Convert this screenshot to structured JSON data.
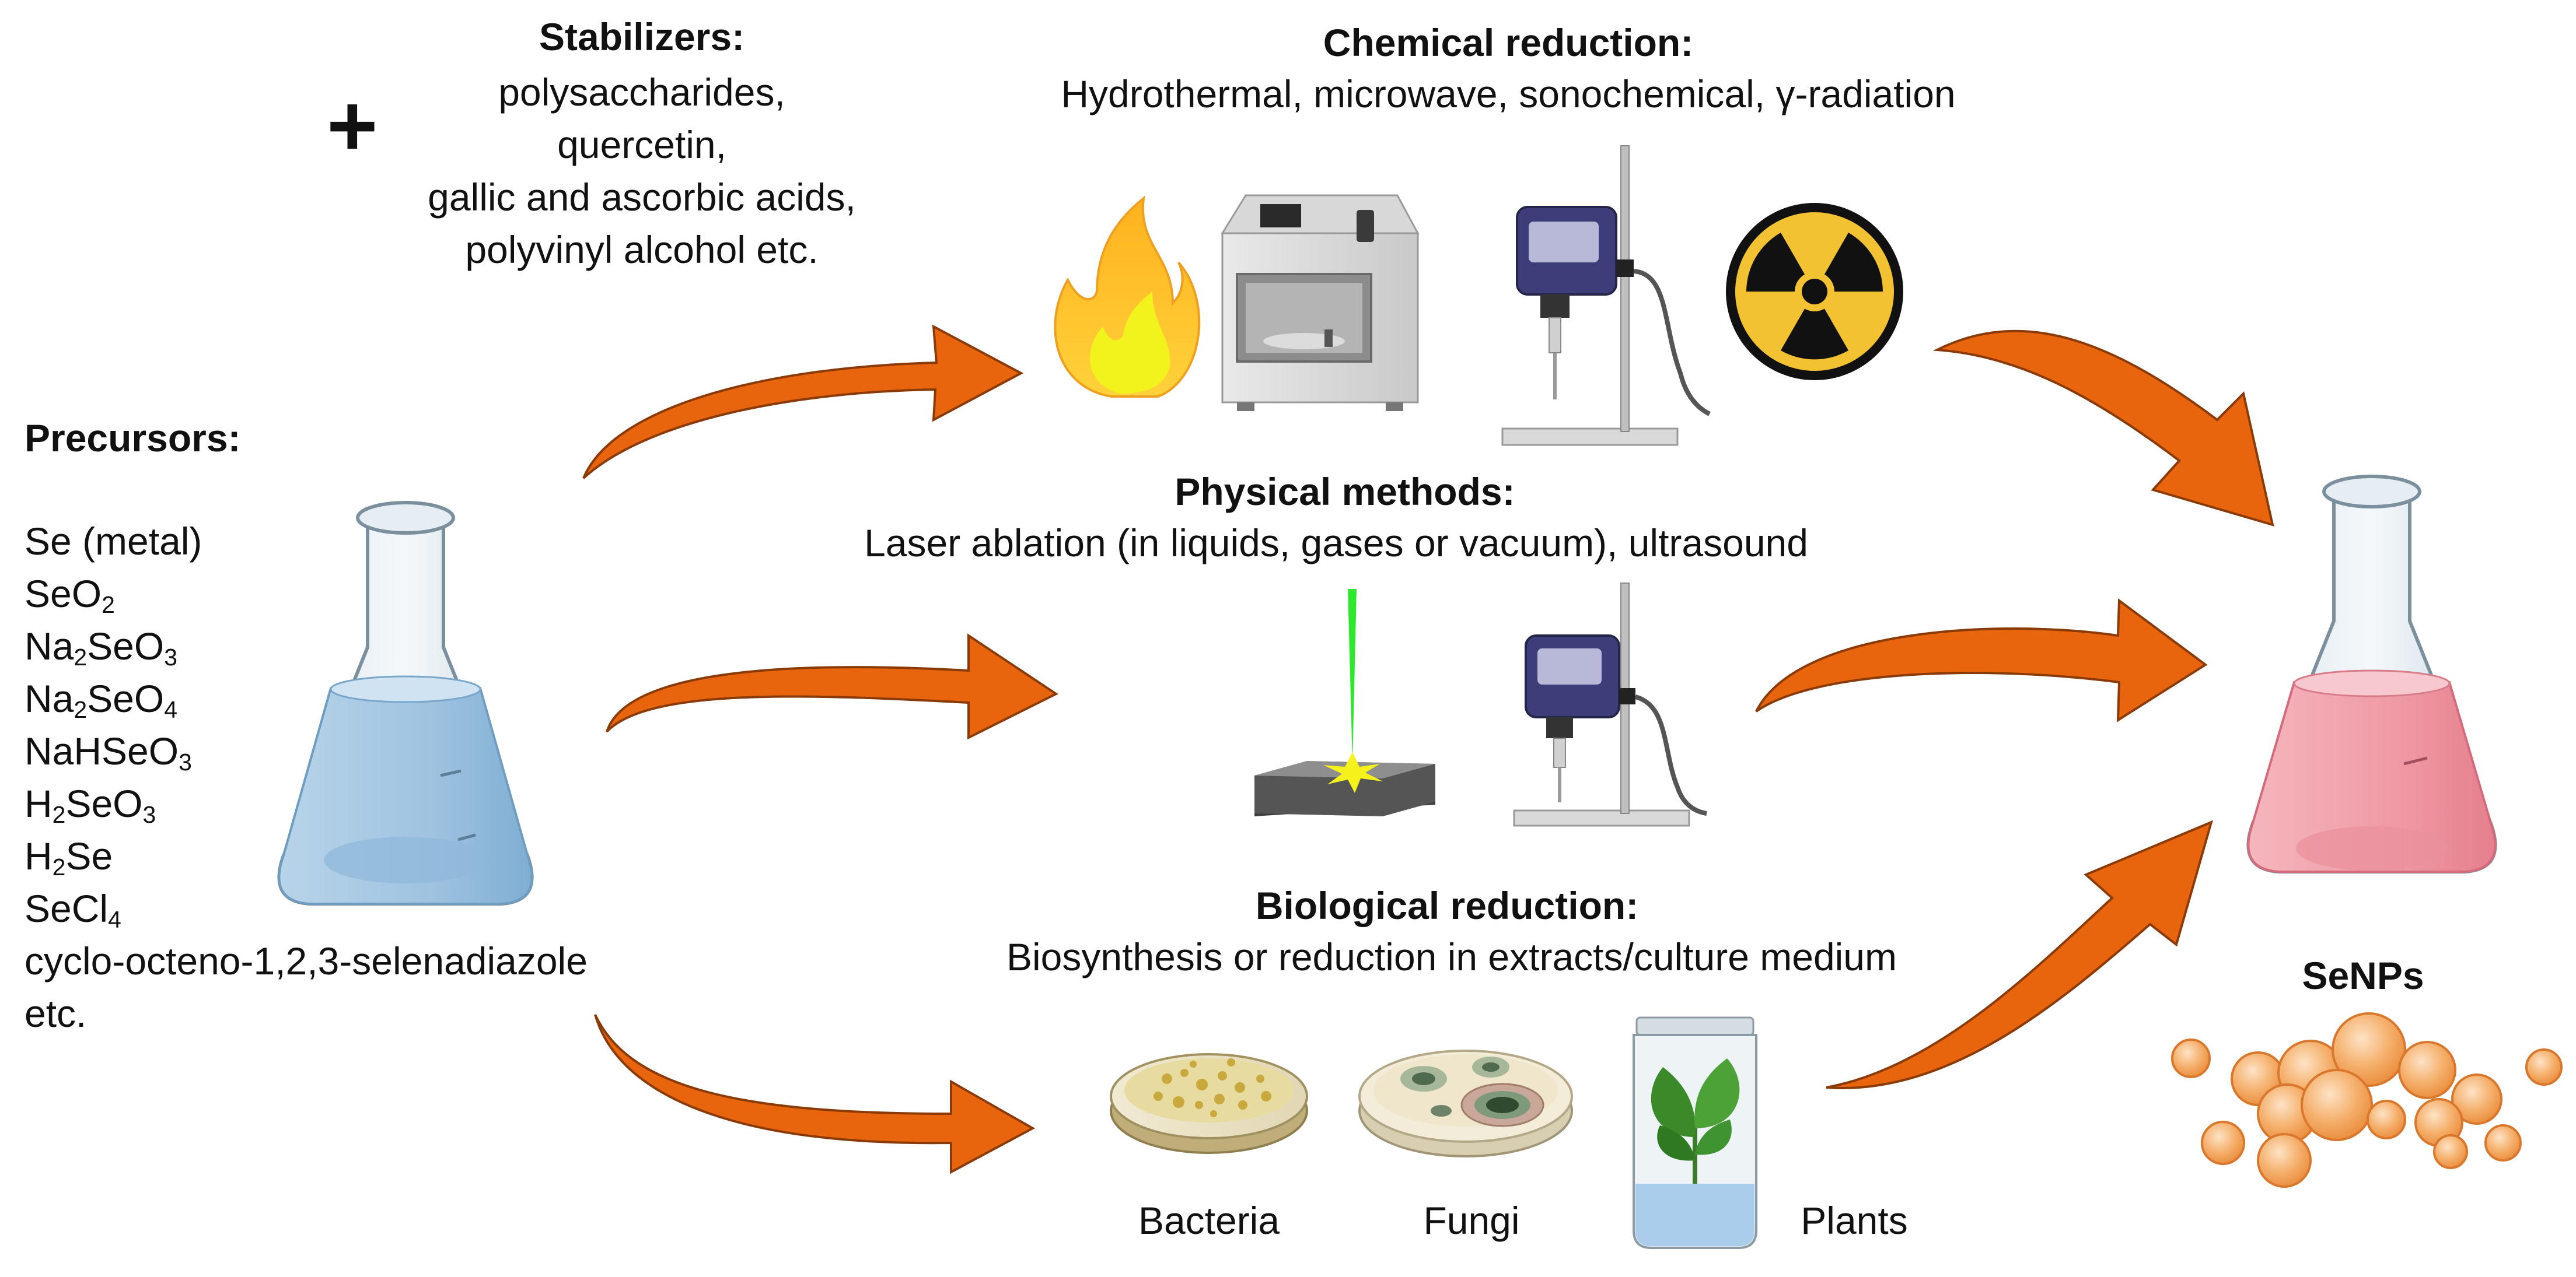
{
  "stabilizers": {
    "plus": "+",
    "title": "Stabilizers:",
    "lines": [
      "polysaccharides,",
      "quercetin,",
      "gallic and ascorbic acids,",
      "polyvinyl alcohol etc."
    ]
  },
  "precursors": {
    "title": "Precursors:",
    "items": [
      {
        "parts": [
          "Se (metal)"
        ]
      },
      {
        "parts": [
          "SeO",
          "2"
        ]
      },
      {
        "parts": [
          "Na",
          "2",
          "SeO",
          "3"
        ]
      },
      {
        "parts": [
          "Na",
          "2",
          "SeO",
          "4"
        ]
      },
      {
        "parts": [
          "NaHSeO",
          "3"
        ]
      },
      {
        "parts": [
          "H",
          "2",
          "SeO",
          "3"
        ]
      },
      {
        "parts": [
          "H",
          "2",
          "Se"
        ]
      },
      {
        "parts": [
          "SeCl",
          "4"
        ]
      },
      {
        "parts": [
          "cyclo-octeno-1,2,3-selenadiazole"
        ]
      },
      {
        "parts": [
          "etc."
        ]
      }
    ]
  },
  "chemical": {
    "title": "Chemical reduction:",
    "subtitle": "Hydrothermal, microwave, sonochemical, γ-radiation"
  },
  "physical": {
    "title": "Physical methods:",
    "subtitle": "Laser ablation (in liquids, gases or vacuum), ultrasound"
  },
  "biological": {
    "title": "Biological reduction:",
    "subtitle": "Biosynthesis or reduction in extracts/culture medium",
    "organisms": [
      "Bacteria",
      "Fungi",
      "Plants"
    ]
  },
  "product": {
    "label": "SeNPs"
  },
  "colors": {
    "arrow": "#e8650e",
    "precursor_liquid": "#a9cbe6",
    "product_liquid": "#f0a3ad",
    "nanoparticle": "#f4a35a",
    "radiation_yellow": "#f2c232",
    "laser_green": "#2ee82e"
  }
}
